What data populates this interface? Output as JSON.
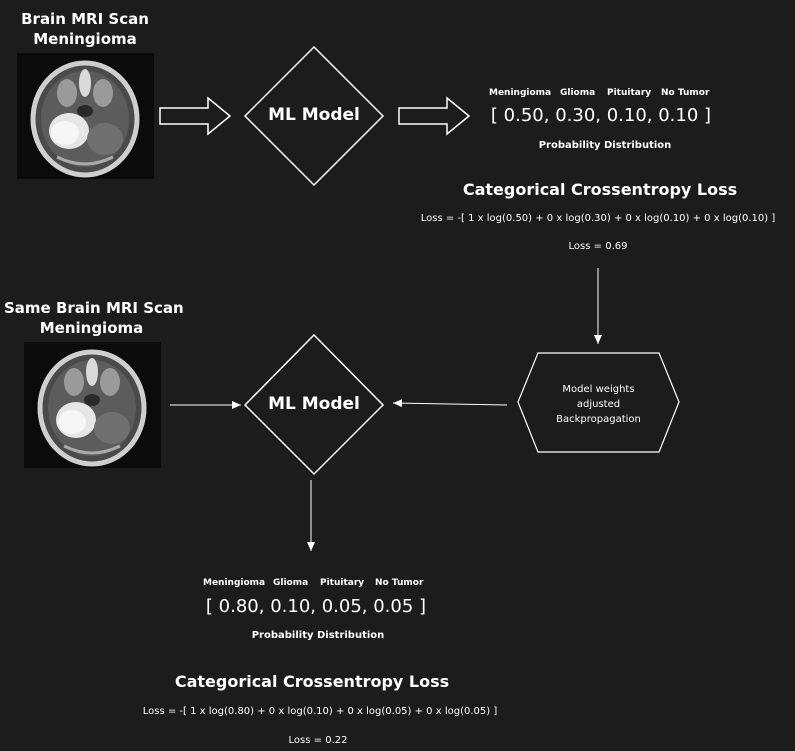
{
  "top": {
    "input_title_line1": "Brain MRI Scan",
    "input_title_line2": "Meningioma",
    "model_label": "ML Model",
    "classes": [
      "Meningioma",
      "Glioma",
      "Pituitary",
      "No Tumor"
    ],
    "probabilities": "[ 0.50, 0.30, 0.10, 0.10 ]",
    "probabilities_label": "Probability Distribution",
    "loss_title": "Categorical Crossentropy Loss",
    "loss_formula": "Loss = -[ 1 x log(0.50) + 0 x log(0.30) + 0 x log(0.10) + 0 x log(0.10) ]",
    "loss_value": "Loss = 0.69"
  },
  "update": {
    "line1": "Model weights",
    "line2": "adjusted",
    "line3": "Backpropagation"
  },
  "bottom": {
    "input_title_line1": "Same Brain MRI Scan",
    "input_title_line2": "Meningioma",
    "model_label": "ML Model",
    "classes": [
      "Meningioma",
      "Glioma",
      "Pituitary",
      "No Tumor"
    ],
    "probabilities": "[ 0.80, 0.10, 0.05, 0.05 ]",
    "probabilities_label": "Probability Distribution",
    "loss_title": "Categorical Crossentropy Loss",
    "loss_formula": "Loss = -[ 1 x log(0.80) + 0 x log(0.10) + 0 x log(0.05) + 0 x log(0.05) ]",
    "loss_value": "Loss = 0.22"
  },
  "colors": {
    "background": "#1c1c1c",
    "stroke": "#ffffff",
    "text": "#ffffff"
  }
}
